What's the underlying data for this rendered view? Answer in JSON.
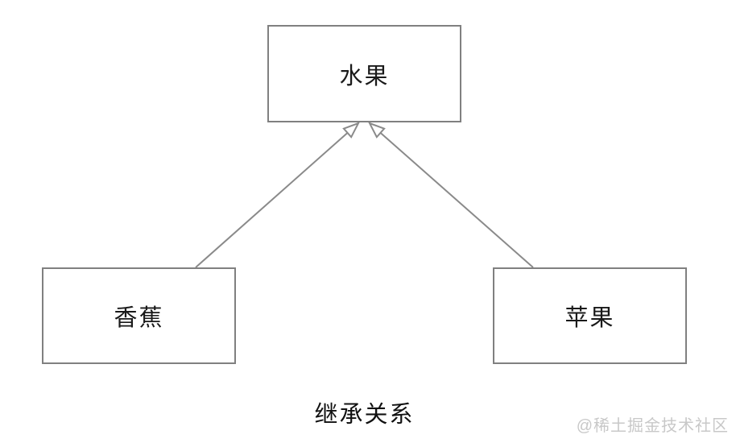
{
  "diagram": {
    "caption": "继承关系",
    "nodes": [
      {
        "id": "fruit",
        "label": "水果"
      },
      {
        "id": "banana",
        "label": "香蕉"
      },
      {
        "id": "apple",
        "label": "苹果"
      }
    ],
    "edges": [
      {
        "from": "banana",
        "to": "fruit",
        "type": "inheritance",
        "arrowhead": "hollow-triangle"
      },
      {
        "from": "apple",
        "to": "fruit",
        "type": "inheritance",
        "arrowhead": "hollow-triangle"
      }
    ],
    "colors": {
      "box_border": "#808080",
      "edge_line": "#8a8a8a",
      "text": "#1a1a1a",
      "background": "#ffffff",
      "watermark": "#c8c8c8"
    }
  },
  "watermark": {
    "text": "@稀土掘金技术社区"
  }
}
